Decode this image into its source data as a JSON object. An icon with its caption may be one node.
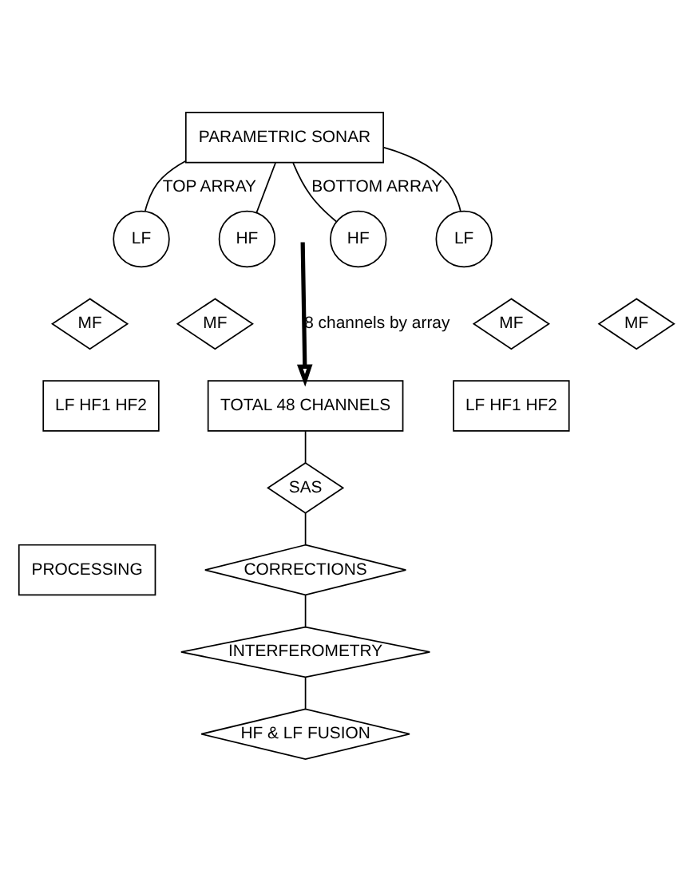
{
  "diagram": {
    "nodes": [
      {
        "text": [
          "PARAMETRIC SONAR"
        ]
      },
      {
        "text": [
          "LF"
        ]
      },
      {
        "text": [
          "HF"
        ]
      },
      {
        "text": [
          "HF"
        ]
      },
      {
        "text": [
          "LF"
        ]
      },
      {
        "text": [
          "MF"
        ]
      },
      {
        "text": [
          "MF"
        ]
      },
      {
        "text": [
          "MF"
        ]
      },
      {
        "text": [
          "MF"
        ]
      },
      {
        "text": [
          "LF HF1 HF2"
        ]
      },
      {
        "text": [
          "TOTAL 48 CHANNELS"
        ]
      },
      {
        "text": [
          "LF HF1 HF2"
        ]
      },
      {
        "text": [
          "SAS"
        ]
      },
      {
        "text": [
          "CORRECTIONS"
        ]
      },
      {
        "text": [
          "PROCESSING"
        ]
      },
      {
        "text": [
          "INTERFEROMETRY"
        ]
      },
      {
        "text": [
          "HF & LF FUSION"
        ]
      }
    ],
    "edges": [
      {
        "from": 0,
        "to": 1,
        "arrow": "none",
        "label": "TOP ARRAY"
      },
      {
        "from": 0,
        "to": 2,
        "arrow": "none"
      },
      {
        "from": 0,
        "to": 3,
        "arrow": "none",
        "label": "BOTTOM ARRAY"
      },
      {
        "from": 0,
        "to": 4,
        "arrow": "none"
      },
      {
        "from": null,
        "to": 10,
        "arrow": "to",
        "label": "8 channels by array",
        "style": "thick"
      },
      {
        "from": 10,
        "to": 12,
        "arrow": "none"
      },
      {
        "from": 12,
        "to": 13,
        "arrow": "none"
      },
      {
        "from": 13,
        "to": 15,
        "arrow": "none"
      },
      {
        "from": 15,
        "to": 16,
        "arrow": "none"
      }
    ]
  }
}
